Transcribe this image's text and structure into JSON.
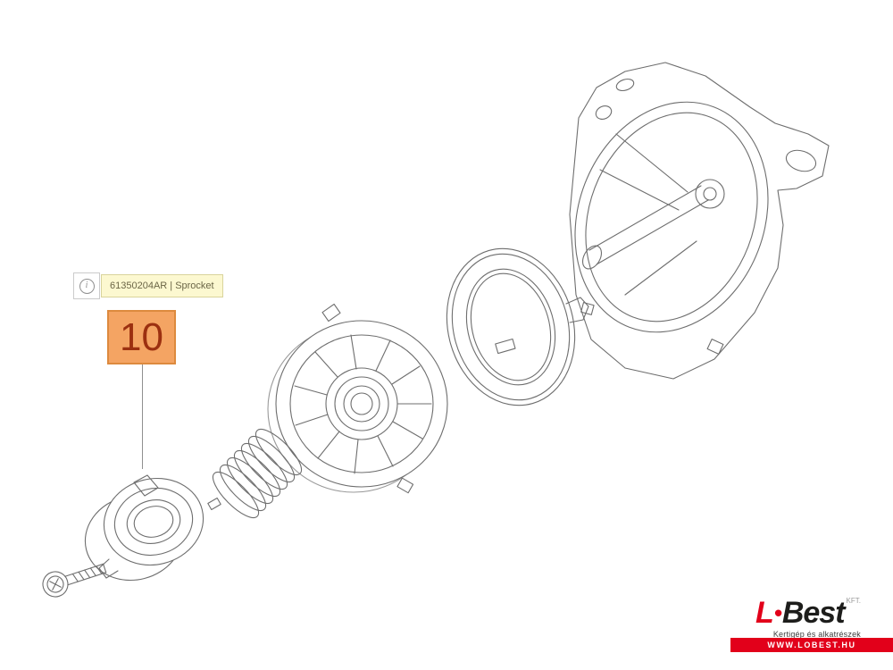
{
  "tooltip": {
    "info_glyph": "i",
    "label": "61350204AR | Sprocket"
  },
  "callout": {
    "number": "10"
  },
  "diagram": {
    "parts": [
      "screw",
      "sprocket-drum",
      "spring-coil",
      "rope-rotor",
      "starter-spring-ring",
      "gearbox-housing"
    ]
  },
  "footer": {
    "logo": {
      "l": "L",
      "dot": "•",
      "best": "Best",
      "suffix": "KFT."
    },
    "tagline": "Kertigép és alkatrészek",
    "website_bar": "WWW.LOBEST.HU"
  },
  "colors": {
    "accent_red": "#e2001a",
    "callout_bg": "#f4a463",
    "callout_border": "#dd8a3e",
    "callout_text": "#9c3010",
    "tooltip_label_bg": "#fcf8d0"
  }
}
